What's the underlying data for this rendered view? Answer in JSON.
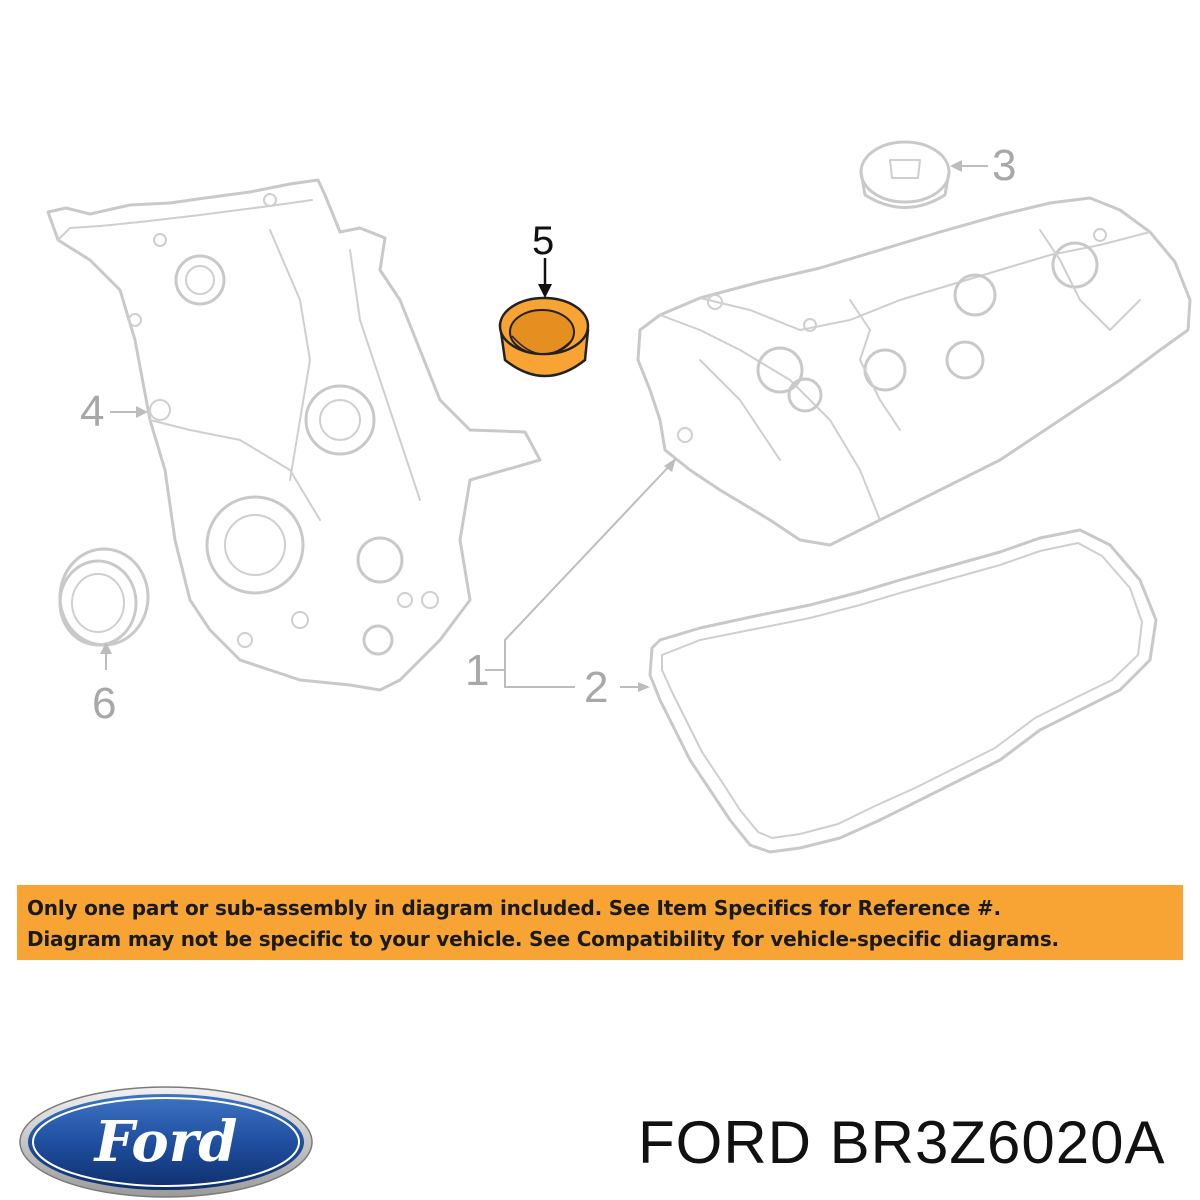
{
  "diagram": {
    "callouts": [
      {
        "number": "1",
        "item": "valve cover",
        "highlighted": false
      },
      {
        "number": "2",
        "item": "valve cover gasket",
        "highlighted": false
      },
      {
        "number": "3",
        "item": "oil filler cap",
        "highlighted": false
      },
      {
        "number": "4",
        "item": "timing cover",
        "highlighted": false
      },
      {
        "number": "5",
        "item": "seal",
        "highlighted": true
      },
      {
        "number": "6",
        "item": "front crankshaft seal",
        "highlighted": false
      }
    ],
    "highlight_color": "#f7a434"
  },
  "notice": {
    "line1": "Only one part or sub-assembly in diagram included. See Item Specifics for Reference #.",
    "line2": "Diagram may not be specific to your vehicle. See Compatibility for vehicle-specific diagrams.",
    "background": "#f7a434"
  },
  "brand": {
    "logo_text": "Ford",
    "logo_color": "#1f4fa0"
  },
  "part": {
    "label": "FORD BR3Z6020A"
  }
}
